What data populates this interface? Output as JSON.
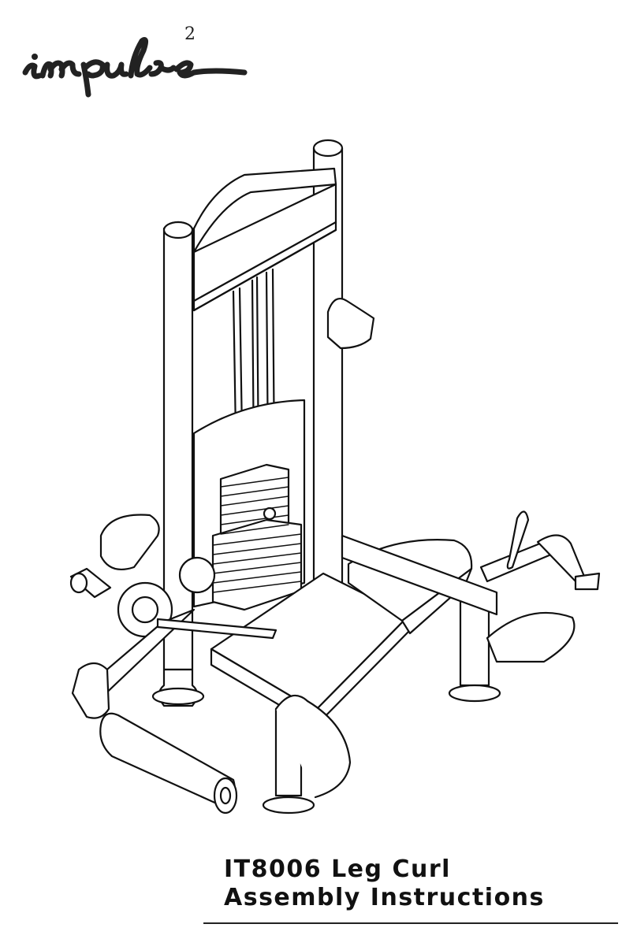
{
  "document": {
    "brand_logo": "impulse 2",
    "title_line1": "IT8006  Leg Curl",
    "title_line2": "Assembly Instructions"
  }
}
